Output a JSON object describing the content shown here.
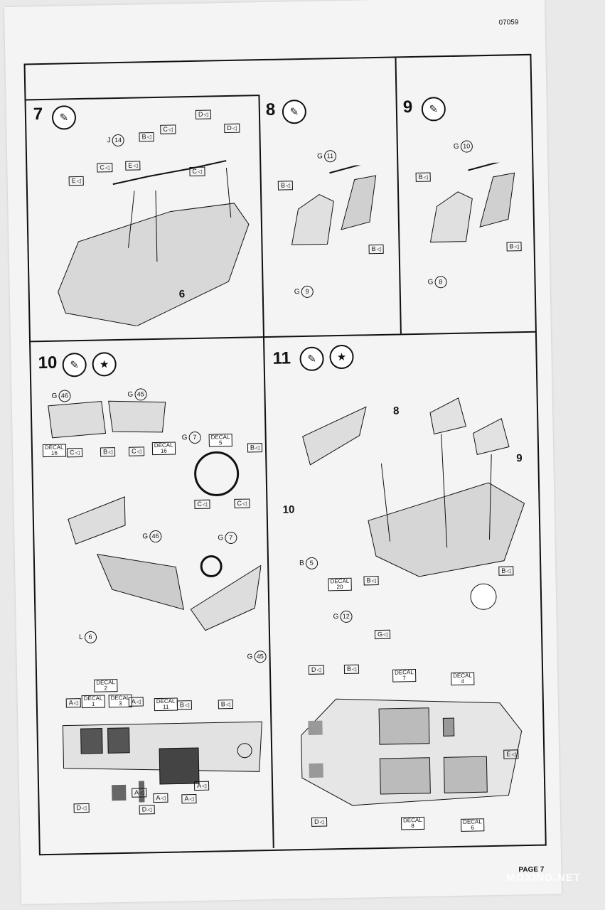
{
  "doc_code": "07059",
  "page_label": "PAGE 7",
  "watermark": "MOXING.NET",
  "steps": {
    "s7": {
      "num": "7",
      "part": "6",
      "labels": [
        {
          "k": "J",
          "n": "14"
        }
      ],
      "tags": [
        "B",
        "C",
        "D",
        "D",
        "C",
        "C",
        "E",
        "E"
      ]
    },
    "s8": {
      "num": "8",
      "g1": "G",
      "n1": "11",
      "g2": "G",
      "n2": "9",
      "tagA": "B",
      "tagB": "B"
    },
    "s9": {
      "num": "9",
      "g1": "G",
      "n1": "10",
      "g2": "G",
      "n2": "8",
      "tagA": "B",
      "tagB": "B"
    },
    "s10": {
      "num": "10",
      "g46": "G",
      "n46": "46",
      "g45": "G",
      "n45": "45",
      "g7": "G",
      "n7": "7",
      "g46b": "G",
      "n46b": "46",
      "g7b": "G",
      "n7b": "7",
      "l6": "L",
      "n6": "6",
      "g45b": "G",
      "n45b": "45",
      "decal_word": "DECAL",
      "d16a": "16",
      "d16b": "16",
      "d5": "5",
      "d2": "2",
      "d1": "1",
      "d3": "3",
      "d11": "11",
      "tA": "A",
      "tB": "B",
      "tC": "C",
      "tD": "D"
    },
    "s11": {
      "num": "11",
      "p8": "8",
      "p9": "9",
      "p10": "10",
      "b5": "B",
      "n5": "5",
      "g12": "G",
      "n12": "12",
      "decal_word": "DECAL",
      "d20": "20",
      "d7": "7",
      "d4": "4",
      "d8": "8",
      "d6": "6",
      "tB": "B",
      "tG": "G",
      "tD": "D",
      "tE": "E"
    }
  }
}
